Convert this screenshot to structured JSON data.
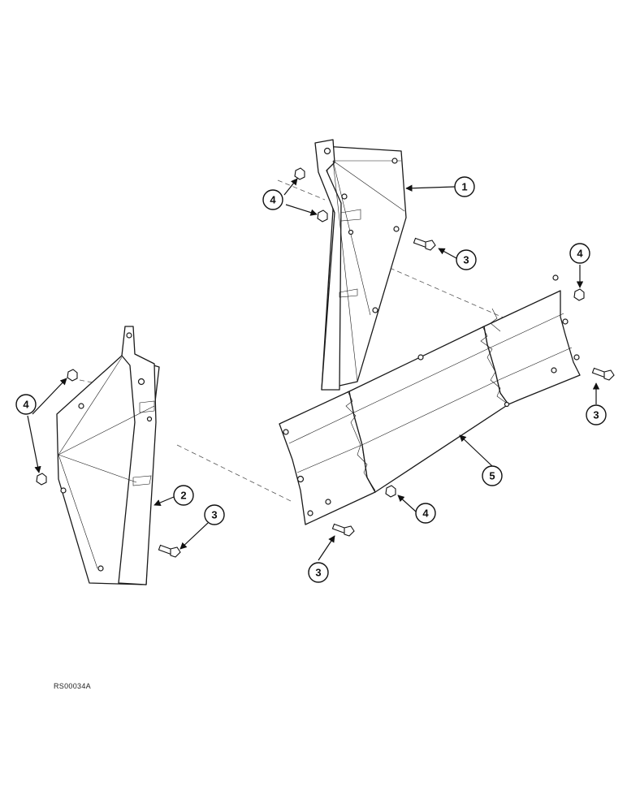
{
  "diagram": {
    "figure_ref": "RS00034A",
    "callouts": {
      "shield_right": "1",
      "shield_left": "2",
      "bolt": "3",
      "nut": "4",
      "panel": "5"
    }
  },
  "colors": {
    "line": "#1a1a1a",
    "background": "#ffffff"
  }
}
